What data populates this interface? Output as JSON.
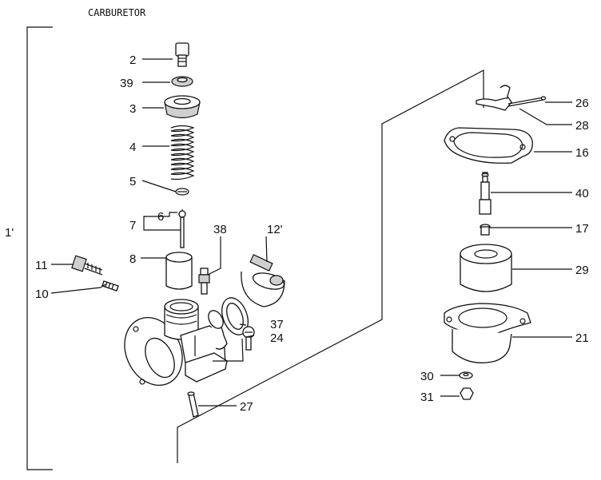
{
  "diagram": {
    "title": "CARBURETOR",
    "labels": {
      "l1": "1'",
      "l2": "2",
      "l39": "39",
      "l3": "3",
      "l4": "4",
      "l5": "5",
      "l6": "6",
      "l7": "7",
      "l8": "8",
      "l11": "11",
      "l10": "10",
      "l38": "38",
      "l12": "12'",
      "l37": "37",
      "l24": "24",
      "l27": "27",
      "l26": "26",
      "l28": "28",
      "l16": "16",
      "l40": "40",
      "l17": "17",
      "l29": "29",
      "l21": "21",
      "l30": "30",
      "l31": "31"
    }
  }
}
